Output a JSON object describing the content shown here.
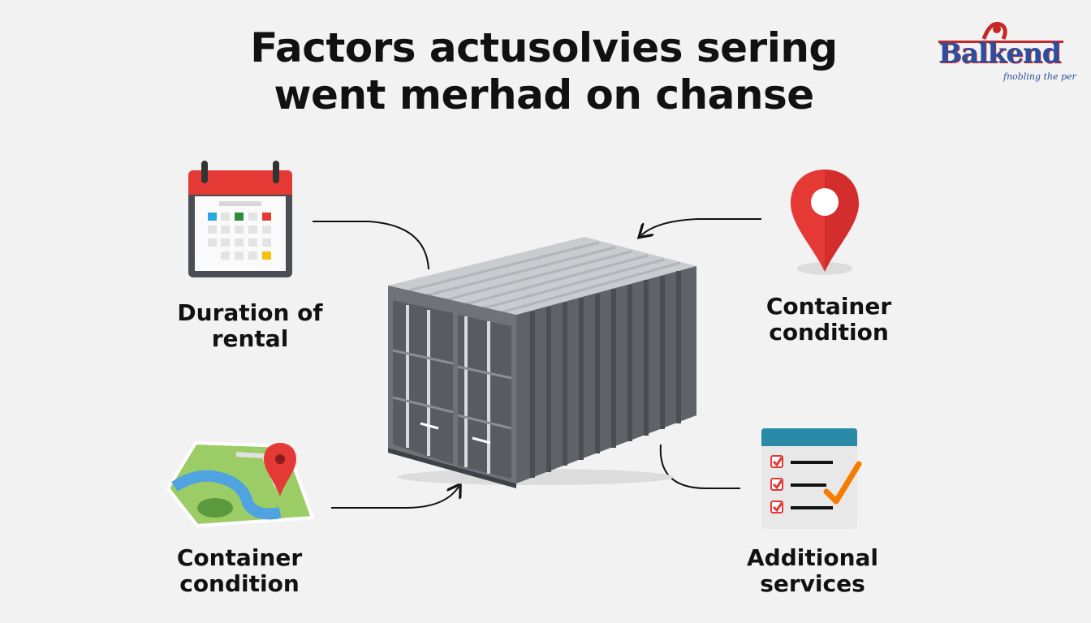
{
  "title": {
    "line1": "Factors actusolvies sering",
    "line2": "went merhad on chanse"
  },
  "logo": {
    "word": "Balkend",
    "tagline": "fnobling the per"
  },
  "factors": [
    {
      "id": "top-left",
      "line1": "Duration of",
      "line2": "rental",
      "icon": "calendar-icon"
    },
    {
      "id": "top-right",
      "line1": "Container",
      "line2": "condition",
      "icon": "location-pin-icon"
    },
    {
      "id": "bottom-left",
      "line1": "Container",
      "line2": "condition",
      "icon": "map-icon"
    },
    {
      "id": "bottom-right",
      "line1": "Additional",
      "line2": "services",
      "icon": "checklist-icon"
    }
  ],
  "center": {
    "icon": "shipping-container-icon"
  },
  "colors": {
    "accent_red": "#e53935",
    "container_gray": "#6f7378",
    "map_green": "#8bc34a",
    "map_blue": "#4fa3e0",
    "checklist_header": "#2a8ba8",
    "check_orange": "#f57c00"
  }
}
